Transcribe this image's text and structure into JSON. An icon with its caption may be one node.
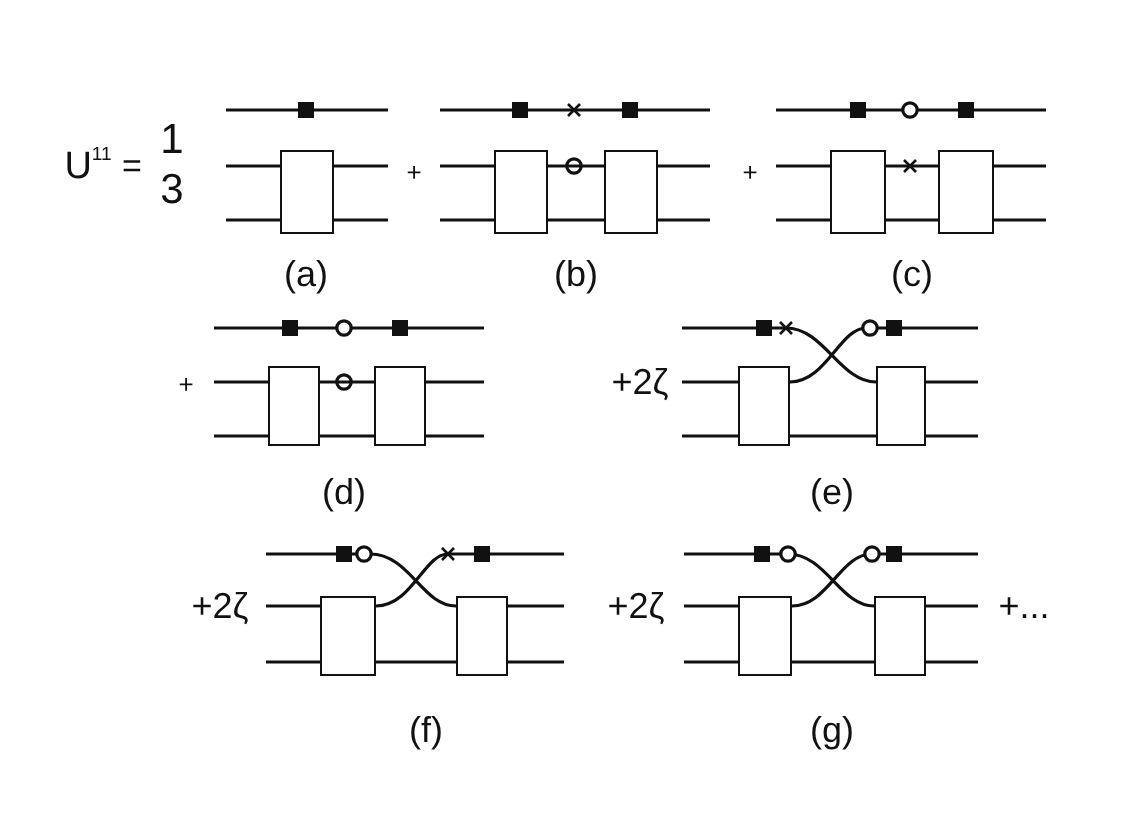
{
  "diagram": {
    "nodes": [
      {
        "text": [],
        "shape": "box"
      },
      {
        "text": [],
        "shape": "box"
      },
      {
        "text": [],
        "shape": "box"
      },
      {
        "text": [],
        "shape": "box"
      },
      {
        "text": [],
        "shape": "box"
      },
      {
        "text": [],
        "shape": "box"
      },
      {
        "text": [],
        "shape": "box"
      },
      {
        "text": [],
        "shape": "box"
      },
      {
        "text": [],
        "shape": "box"
      },
      {
        "text": [],
        "shape": "box"
      },
      {
        "text": [],
        "shape": "box"
      },
      {
        "text": [],
        "shape": "box"
      },
      {
        "text": [],
        "shape": "box"
      }
    ],
    "edges": [
      {
        "from": 1,
        "to": 2,
        "arrow": "none"
      },
      {
        "from": 1,
        "to": 2,
        "arrow": "none"
      },
      {
        "from": 3,
        "to": 4,
        "arrow": "none"
      },
      {
        "from": 3,
        "to": 4,
        "arrow": "none"
      },
      {
        "from": 5,
        "to": 6,
        "arrow": "none"
      },
      {
        "from": 5,
        "to": 6,
        "arrow": "none"
      },
      {
        "from": 7,
        "to": 8,
        "arrow": "none"
      },
      {
        "from": 9,
        "to": 10,
        "arrow": "none"
      },
      {
        "from": 11,
        "to": 12,
        "arrow": "none"
      }
    ],
    "labels": [
      "U$^{11}$",
      "=",
      "1",
      "3",
      "(a)",
      "+",
      "(b)",
      "+",
      "(c)",
      "+",
      "(d)",
      "+2ζ",
      "(e)",
      "+2ζ",
      "(f)",
      "+2ζ",
      "(g)",
      "+..."
    ]
  }
}
